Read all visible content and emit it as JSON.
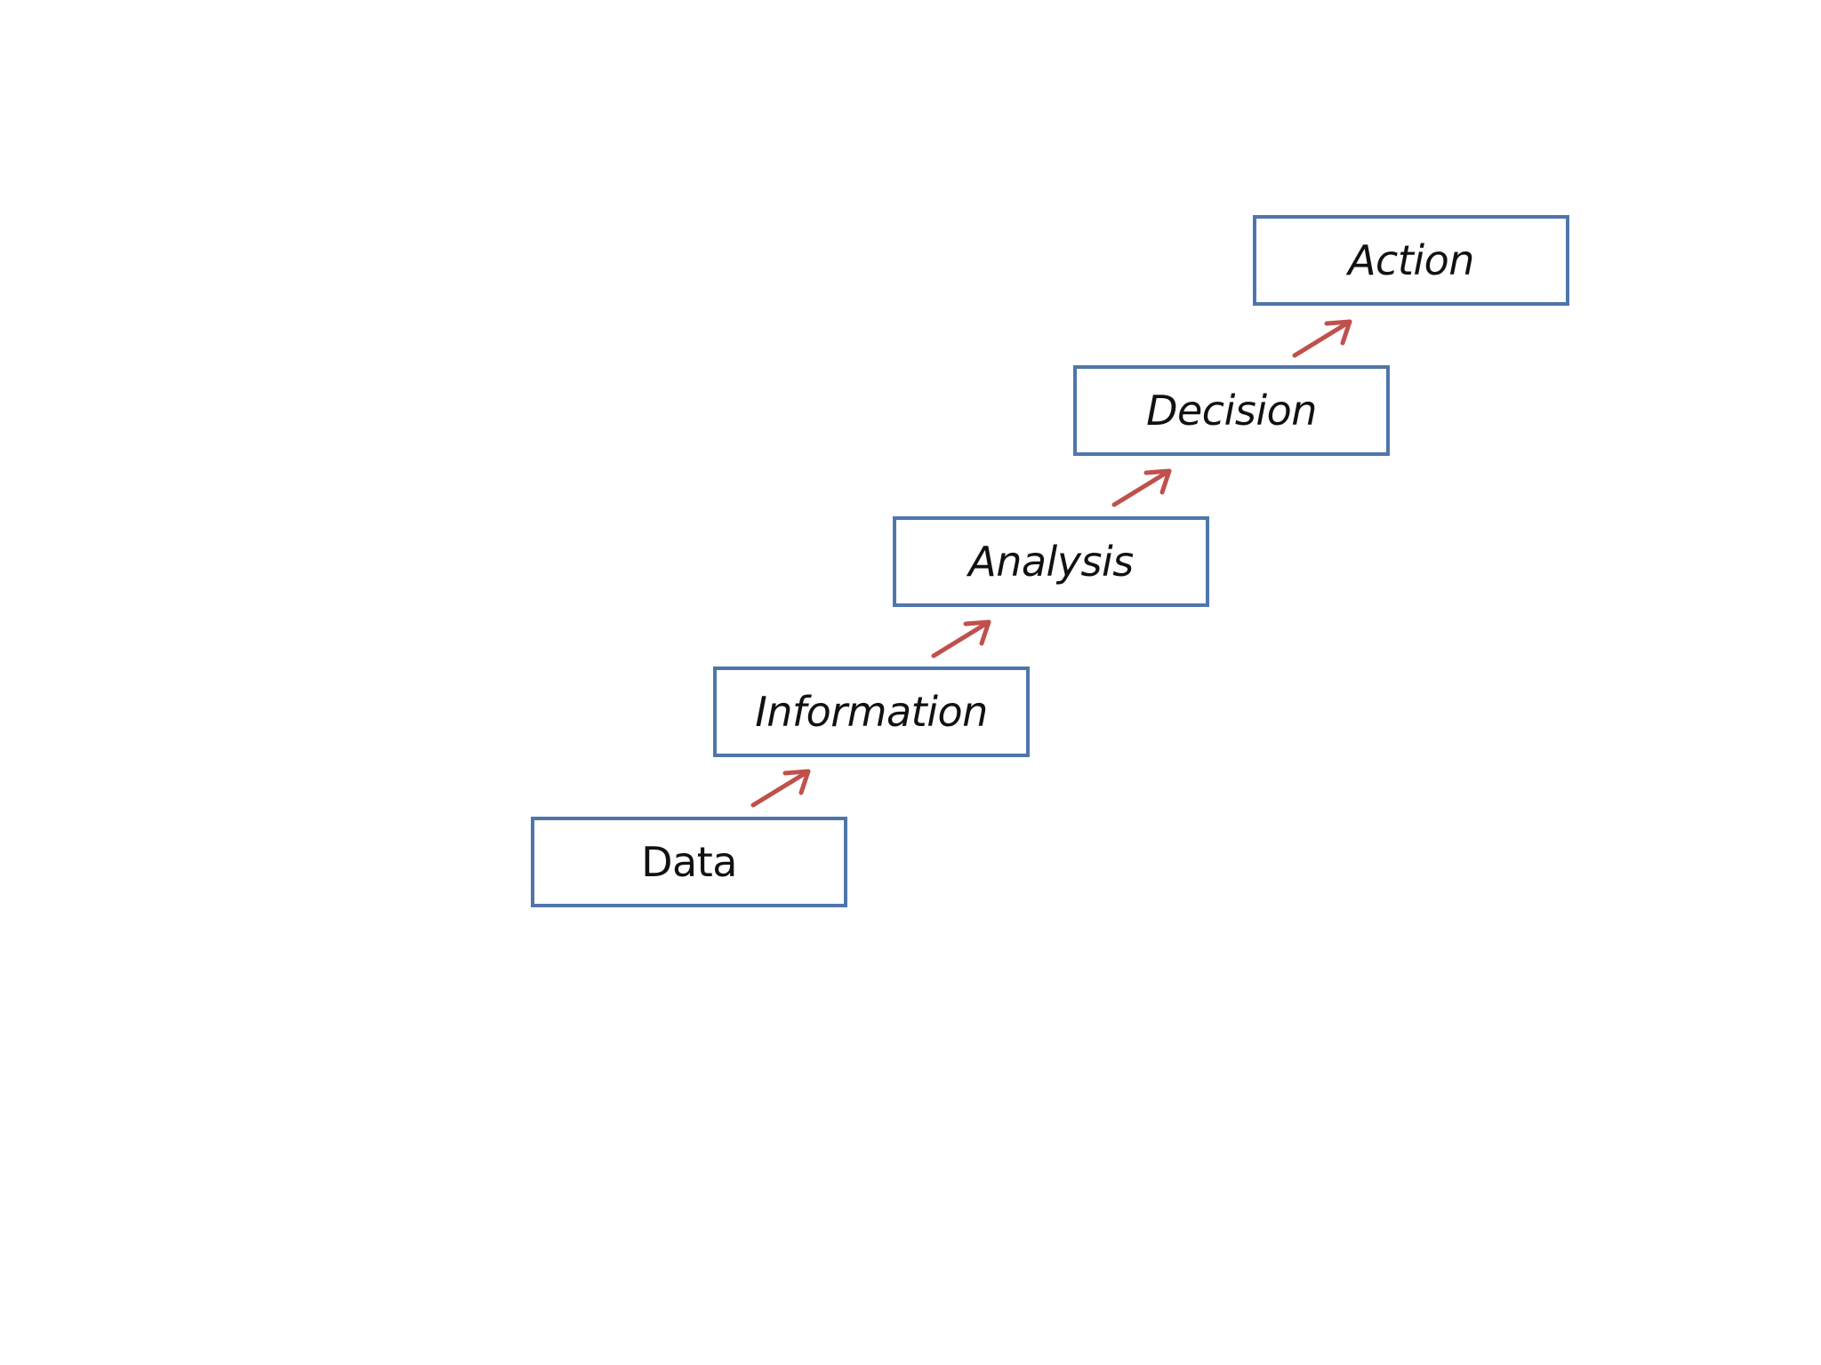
{
  "diagram": {
    "steps": [
      {
        "label": "Data",
        "italic": false
      },
      {
        "label": "Information",
        "italic": true
      },
      {
        "label": "Analysis",
        "italic": true
      },
      {
        "label": "Decision",
        "italic": true
      },
      {
        "label": "Action",
        "italic": true
      }
    ],
    "colors": {
      "box_border": "#4f76ab",
      "arrow": "#c0504d",
      "text": "#111111"
    }
  }
}
